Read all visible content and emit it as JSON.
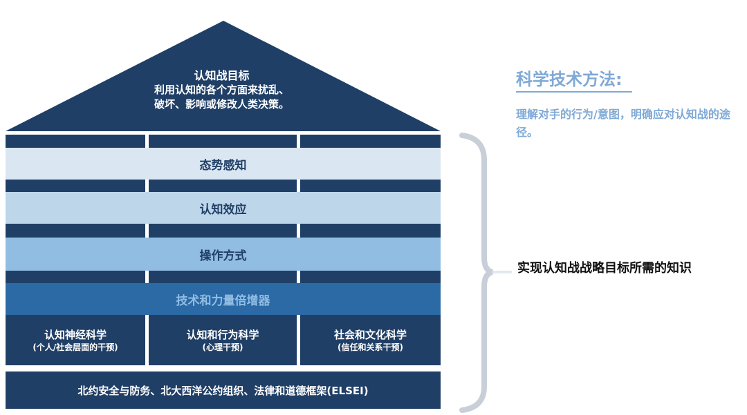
{
  "roof": {
    "title": "认知战目标",
    "line1": "利用认知的各个方面来扰乱、",
    "line2": "破坏、影响或修改人类决策。"
  },
  "layers": [
    {
      "label": "态势感知",
      "color": "#dae6f2",
      "text_color": "#203f66"
    },
    {
      "label": "认知效应",
      "color": "#bed6ea",
      "text_color": "#203f66"
    },
    {
      "label": "操作方式",
      "color": "#92bde3",
      "text_color": "#203f66"
    },
    {
      "label": "技术和力量倍增器",
      "color": "#2c6aa6",
      "text_color": "#92bde3"
    }
  ],
  "pillars": [
    {
      "title": "认知神经科学",
      "subtitle": "(个人/社会层面的干预)"
    },
    {
      "title": "认知和行为科学",
      "subtitle": "(心理干预)"
    },
    {
      "title": "社会和文化科学",
      "subtitle": "(信任和关系干预)"
    }
  ],
  "base": {
    "label": "北约安全与防务、北大西洋公约组织、法律和道德框架(ELSEI)"
  },
  "side": {
    "title": "科学技术方法:",
    "description": "理解对手的行为/意图，明确应对认知战的途径。",
    "knowledge": "实现认知战战略目标所需的知识"
  },
  "colors": {
    "navy": "#203f66",
    "accent": "#7fa9d6",
    "bracket": "#c8cfd8"
  }
}
